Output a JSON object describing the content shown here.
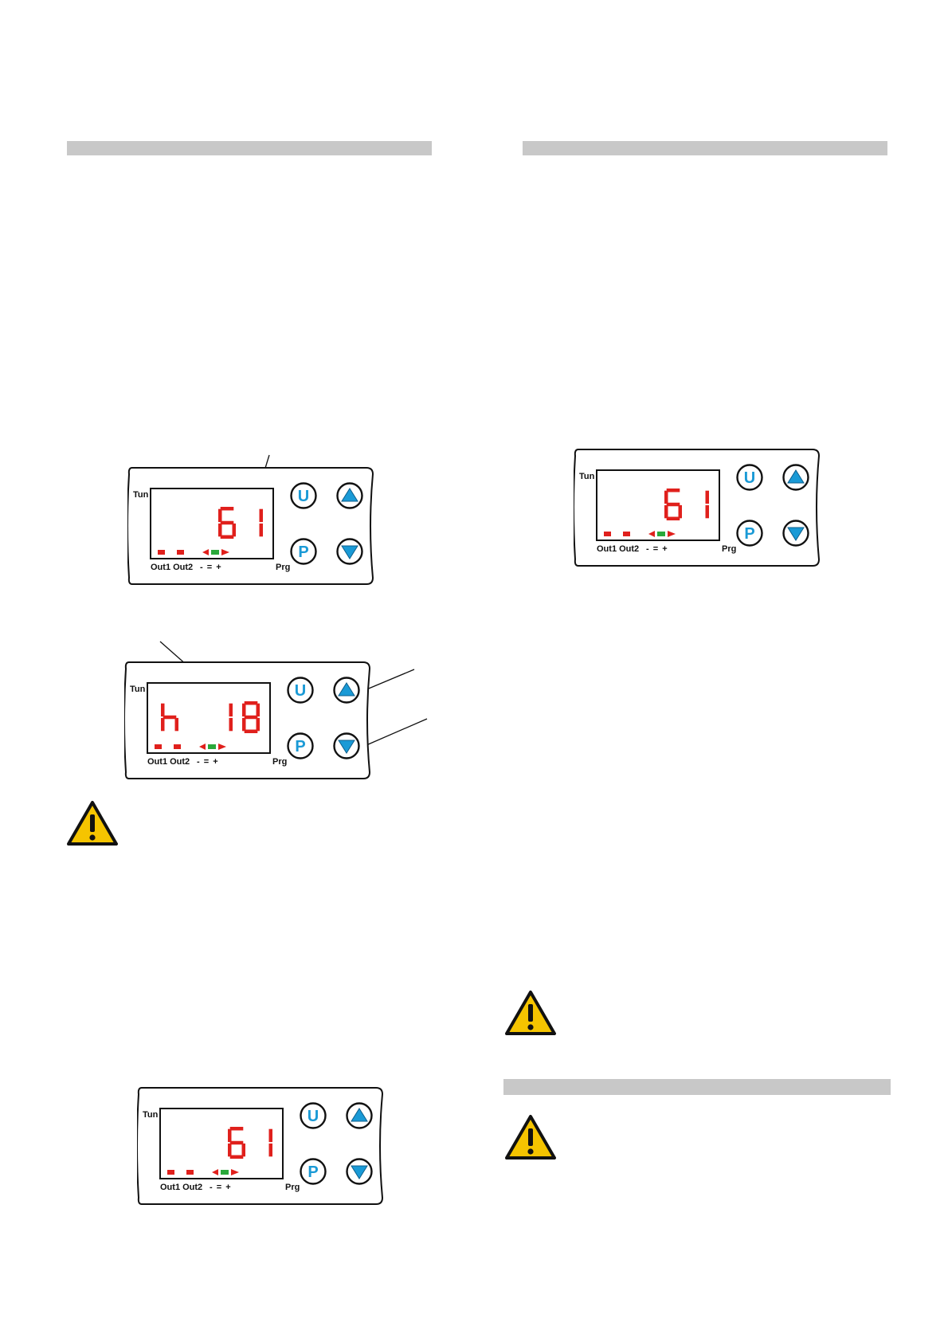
{
  "colors": {
    "section_bar": "#c8c8c8",
    "display_digits": "#e0201c",
    "button_letter": "#1a9ad6",
    "button_arrow": "#1a9ad6",
    "warning_fill": "#f5c400"
  },
  "controllers": [
    {
      "display": "61",
      "labels": {
        "tun": "Tun",
        "outputs": "Out1 Out2",
        "signs": "- = +",
        "prg": "Prg"
      },
      "buttons": {
        "u": "U",
        "p": "P",
        "up": "up-arrow",
        "down": "down-arrow"
      }
    },
    {
      "display": "h 18",
      "labels": {
        "tun": "Tun",
        "outputs": "Out1 Out2",
        "signs": "- = +",
        "prg": "Prg"
      },
      "buttons": {
        "u": "U",
        "p": "P",
        "up": "up-arrow",
        "down": "down-arrow"
      }
    },
    {
      "display": "61",
      "labels": {
        "tun": "Tun",
        "outputs": "Out1 Out2",
        "signs": "- = +",
        "prg": "Prg"
      },
      "buttons": {
        "u": "U",
        "p": "P",
        "up": "up-arrow",
        "down": "down-arrow"
      }
    },
    {
      "display": "61",
      "labels": {
        "tun": "Tun",
        "outputs": "Out1 Out2",
        "signs": "- = +",
        "prg": "Prg"
      },
      "buttons": {
        "u": "U",
        "p": "P",
        "up": "up-arrow",
        "down": "down-arrow"
      }
    }
  ],
  "icons": {
    "warning": "warning-triangle-icon",
    "arrow_up": "arrow-up-icon",
    "arrow_down": "arrow-down-icon"
  }
}
